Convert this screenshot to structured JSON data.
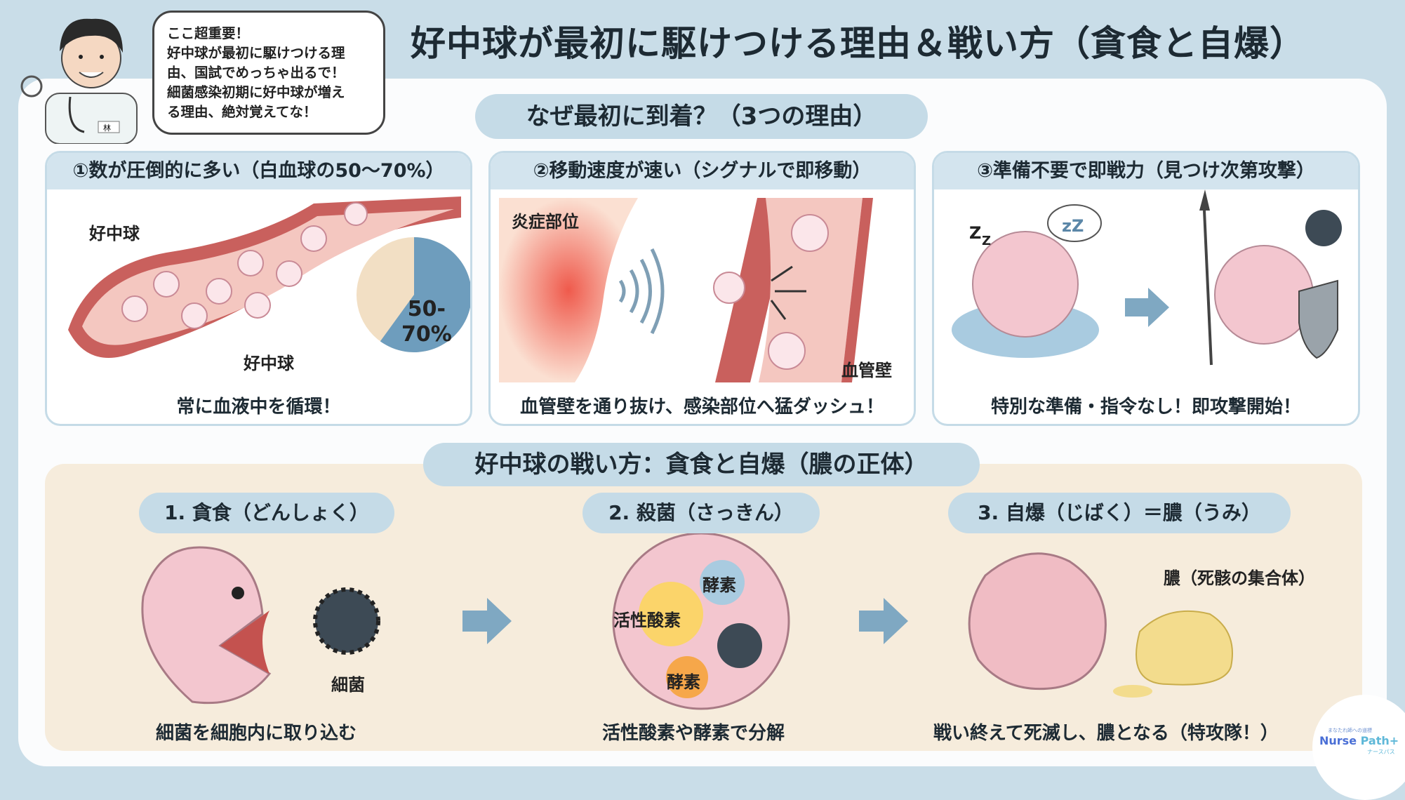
{
  "title": "好中球が最初に駆けつける理由＆戦い方（貪食と自爆）",
  "bubble": {
    "lines": [
      "ここ超重要！",
      "好中球が最初に駆けつける理",
      "由、国試でめっちゃ出るで！",
      "細菌感染初期に好中球が増え",
      "る理由、絶対覚えてな！"
    ]
  },
  "avatar_badge": "林",
  "reasons": {
    "heading": "なぜ最初に到着？（3つの理由）",
    "cards": [
      {
        "title": "①数が圧倒的に多い（白血球の50〜70%）",
        "caption": "常に血液中を循環！",
        "labels": [
          "好中球",
          "好中球"
        ],
        "pie_label": [
          "50-",
          "70%"
        ],
        "pie_fraction": 0.6
      },
      {
        "title": "②移動速度が速い（シグナルで即移動）",
        "caption": "血管壁を通り抜け、感染部位へ猛ダッシュ！",
        "labels": [
          "炎症部位",
          "血管壁"
        ]
      },
      {
        "title": "③準備不要で即戦力（見つけ次第攻撃）",
        "caption": "特別な準備・指令なし！即攻撃開始！",
        "labels": [
          "Z",
          "Z",
          "zZ"
        ]
      }
    ]
  },
  "battle": {
    "heading": "好中球の戦い方：貪食と自爆（膿の正体）",
    "steps": [
      {
        "label": "1. 貪食（どんしょく）",
        "caption": "細菌を細胞内に取り込む",
        "tags": [
          "細菌"
        ]
      },
      {
        "label": "2. 殺菌（さっきん）",
        "caption": "活性酸素や酵素で分解",
        "tags": [
          "酵素",
          "活性酸素",
          "酵素"
        ]
      },
      {
        "label": "3. 自爆（じばく）＝膿（うみ）",
        "caption": "戦い終えて死滅し、膿となる（特攻隊！）",
        "tags": [
          "膿（死骸の集合体）"
        ]
      }
    ]
  },
  "logo": {
    "tagline": "まなたれ師への道標",
    "name_a": "Nurse ",
    "name_b": "Path+",
    "kana": "ナースパス"
  },
  "colors": {
    "accent": "#c5dbe7",
    "cell": "#f3c6cf",
    "vessel": "#c9605d",
    "bottom_bg": "#f6ecdc",
    "arrow": "#7fa8c2"
  }
}
